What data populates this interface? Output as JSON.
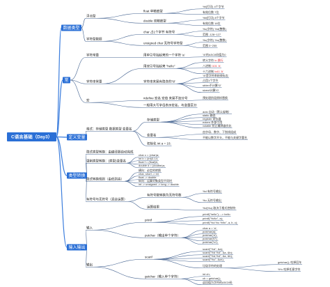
{
  "root": "C语言基础（Day3）",
  "colors": {
    "node_fill": "#2a6fd6",
    "main_line": "#3b7ddd",
    "sub_line": "#42618f",
    "highlight": "#e0282e"
  },
  "data_types": {
    "label": "数据类型",
    "float": {
      "label": "浮点型",
      "single": {
        "label": "float 单精度型",
        "items": [
          "%f(打印) 4个字节",
          "有效位数 7位"
        ]
      },
      "double": {
        "label": "double 双精度型",
        "items": [
          "%lf(打印) 8个字节",
          "有效位数 16位"
        ]
      }
    },
    "char": {
      "label": "字符型数据",
      "signed": {
        "label": "char 占1个字节 有符号",
        "items": [
          "%c(字符) %d(整数)",
          "范围 -128~127"
        ]
      },
      "unsigned": {
        "label": "unsigned char 无符号字符型",
        "items": [
          "%c(字符) %u(整数)",
          "范围 0~255"
        ]
      }
    }
  },
  "constants": {
    "label": "常",
    "char_const": {
      "label": "字符常量",
      "desc": "用单引号括起来的一个字符 'a'",
      "items": [
        "'\\0'的ASCII码值为0"
      ]
    },
    "string_const": {
      "label": "字符串常量",
      "quoted": {
        "label": "用双引号括起来 \"hello\"",
        "escapes": [
          {
            "name": "转义字符",
            "value": "\\n 换行"
          },
          {
            "name": "八进制",
            "value": "\\101 'A'"
          },
          {
            "name": "十六进制",
            "value": "\\x41 'A'"
          }
        ]
      },
      "terminator": {
        "label": "字符串末尾有隐含的'\\0'",
        "items": [
          "'\\0'是字符串结束标志",
          "占用1个字节",
          "strlen不计算'\\0'",
          "sizeof计算'\\0'"
        ]
      }
    },
    "macro": {
      "label": "宏",
      "define": {
        "label": "#define 宏名 宏值 末尾不加分号",
        "items": [
          "预处理阶段原样替换"
        ]
      },
      "naming": "一般用大写字母表示宏名，与变量区分"
    }
  },
  "variables": {
    "label": "定义变量",
    "format": {
      "label": "格式：存储类型 数据类型 变量名",
      "storage": {
        "label": "存储类型",
        "items": [
          "auto 自动（默认省略）",
          "static 静态",
          "register 寄存器",
          "extern 外部引用",
          "volatile 防止编译器优化"
        ]
      },
      "name": {
        "label": "变量名",
        "items": [
          "由字母、数字、下划线组成",
          "不能以数字开头，不能与关键字重名"
        ]
      },
      "init": "初始化 int a = 10;"
    }
  },
  "conversion": {
    "label": "类型转换",
    "implicit": "隐式类型转换：由编译器自动完成",
    "cast": {
      "label": "强制类型转换：(类型)变量名",
      "items": [
        "char c = (char)a;",
        "int b = (int)3.14;",
        "float f = (float)b;",
        "double d = (double)a;"
      ]
    },
    "rules": {
      "label": "隐式转换规则（由低到高）",
      "items": [
        "横向：必定的转换",
        "char, short -> int",
        "float -> double",
        "纵向：运算对象类型不同时",
        "int -> unsigned -> long -> double"
      ]
    },
    "signed": {
      "label": "有符号与无符号（混合运算）",
      "mixed": {
        "label": "有符号数转换为无符号数",
        "items": [
          "%d 有符号输出",
          "%u 无符号输出"
        ]
      },
      "result": {
        "label": "运算结果",
        "items": [
          "%d(%u) 取决于格式控制符"
        ]
      }
    }
  },
  "io": {
    "label": "输入输出",
    "input": {
      "label": "输入",
      "printf": {
        "label": "printf",
        "items": [
          "printf(\"hello\"); --> hello",
          "printf(\"%d\\n\", a);",
          "printf(\"%d %c %f\\n\", a, b, c);"
        ]
      },
      "putchar": {
        "label": "putchar（输出单个字符）",
        "items": [
          "char a = 'a';",
          "putchar(a);",
          "putchar('a');",
          "putchar(97);",
          "putchar('\\n');"
        ]
      }
    },
    "output": {
      "label": "输出",
      "scanf": {
        "label": "scanf",
        "items": [
          "scanf(\"%d\", &a);",
          "scanf(\"%d %d\", &a, &b);",
          "scanf(\"%d,%d\", &a, &b);",
          "scanf(\"%c\", &ch);"
        ],
        "garbage": {
          "label": "垃圾字符的处理",
          "items": [
            "getchar(); 吃掉回车",
            "%*c 吃掉任意字符"
          ]
        }
      },
      "getchar": {
        "label": "getchar（输入单个字符）",
        "items": [
          "int ch;",
          "ch = getchar();",
          "返回值为字符的ASCII码"
        ]
      }
    }
  }
}
